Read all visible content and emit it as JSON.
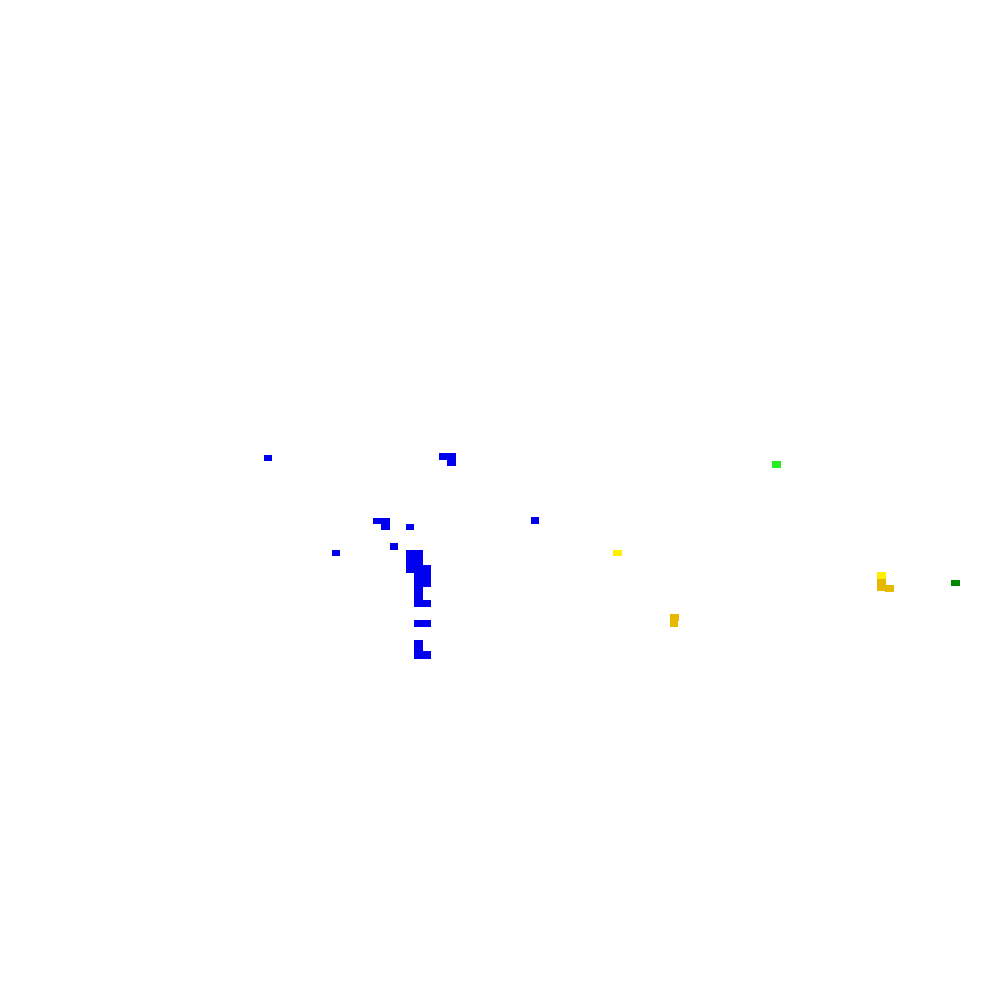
{
  "canvas": {
    "background": "#ffffff"
  },
  "palette": {
    "blue": "#0000ee",
    "bright_green": "#22ee22",
    "yellow": "#ffee00",
    "gold": "#e6b800",
    "dark_green": "#008800"
  },
  "clusters": [
    {
      "name": "blue-pixel-cluster",
      "color_key": "blue"
    },
    {
      "name": "bright-green-pixel-cluster",
      "color_key": "bright_green"
    },
    {
      "name": "yellow-pixel-cluster",
      "color_key": "yellow"
    },
    {
      "name": "gold-pixel-cluster",
      "color_key": "gold"
    },
    {
      "name": "dark-green-pixel-cluster",
      "color_key": "dark_green"
    }
  ]
}
